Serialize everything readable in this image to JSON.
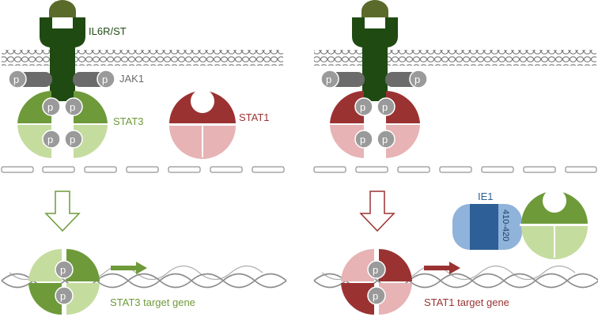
{
  "colors": {
    "receptor": "#1f4a12",
    "il6": "#5a6a2a",
    "jak_dark": "#6b6b6b",
    "phospho": "#9a9a9a",
    "stat3_dark": "#6e9a3a",
    "stat3_light": "#c5dc9f",
    "stat1_dark": "#9b3232",
    "stat1_light": "#e7b3b5",
    "ie1_light": "#8fb3da",
    "ie1_dark": "#2e5f97",
    "dna": "#8c8c8c",
    "membrane": "#7a7a7a"
  },
  "labels": {
    "il6": "IL6",
    "receptor": "IL6R/ST",
    "jak": "JAK1",
    "stat3": "STAT3",
    "stat1": "STAT1",
    "ie1": "IE1",
    "ie1_region": "410-420",
    "phospho": "p",
    "stat3_target": "STAT3 target gene",
    "stat1_target": "STAT1 target gene"
  }
}
